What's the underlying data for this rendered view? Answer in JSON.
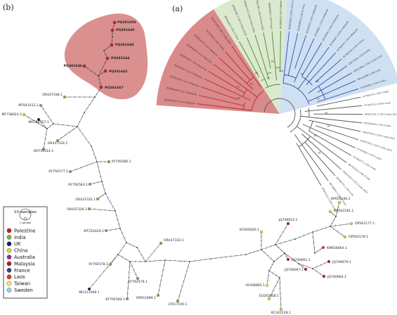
{
  "panels": {
    "b_label": "(b)",
    "a_label": "(a)"
  },
  "colors": {
    "red_cluster": "#d98a8a",
    "green_cluster": "#dbe9cf",
    "blue_cluster": "#cfe0f3",
    "red_branch": "#c0262b",
    "green_branch": "#4b8a2e",
    "blue_branch": "#2f4fa6",
    "grey_branch": "#555555"
  },
  "network_nodes": [
    {
      "label": "PQ381650",
      "country": "Palestine",
      "group": "red"
    },
    {
      "label": "PQ381649",
      "country": "Palestine",
      "group": "red"
    },
    {
      "label": "PQ381648",
      "country": "Palestine",
      "group": "red"
    },
    {
      "label": "PQ381644",
      "country": "Palestine",
      "group": "red"
    },
    {
      "label": "PQ381646",
      "country": "Palestine",
      "group": "red"
    },
    {
      "label": "PQ381645",
      "country": "Palestine",
      "group": "red"
    },
    {
      "label": "PQ381647",
      "country": "Palestine",
      "group": "red"
    },
    {
      "label": "OR437338.1",
      "country": "India"
    },
    {
      "label": "MT641412.1",
      "country": "India"
    },
    {
      "label": "MF738624.1",
      "country": "China"
    },
    {
      "label": "MH780757.1",
      "country": "UK"
    },
    {
      "label": "OR437334.1",
      "country": "India"
    },
    {
      "label": "OR759314.1",
      "country": "India"
    },
    {
      "label": "KY792580.1",
      "country": "India"
    },
    {
      "label": "KY792577.1",
      "country": "India"
    },
    {
      "label": "KY792583.1",
      "country": "India"
    },
    {
      "label": "OR437335.1",
      "country": "India"
    },
    {
      "label": "OR437326.1",
      "country": "India"
    },
    {
      "label": "MT252629.1",
      "country": "India"
    },
    {
      "label": "OR437333.1",
      "country": "India"
    },
    {
      "label": "KY792578.1",
      "country": "India"
    },
    {
      "label": "KY792579.1",
      "country": "India"
    },
    {
      "label": "MH111068.1",
      "country": "UK"
    },
    {
      "label": "KY792584.1",
      "country": "India"
    },
    {
      "label": "OP651899.1",
      "country": "India"
    },
    {
      "label": "LT617100.1",
      "country": "India"
    },
    {
      "label": "KC605830.1",
      "country": "China"
    },
    {
      "label": "JQ746653.1",
      "country": "Malaysia"
    },
    {
      "label": "KP055240.1",
      "country": "China"
    },
    {
      "label": "OP562181.1",
      "country": "China"
    },
    {
      "label": "OP562177.1",
      "country": "China"
    },
    {
      "label": "OP562178.1",
      "country": "China"
    },
    {
      "label": "KM658064.1",
      "country": "Laos"
    },
    {
      "label": "JQ746661.1",
      "country": "Malaysia"
    },
    {
      "label": "AY208865.1",
      "country": "Taiwan"
    },
    {
      "label": "JQ746679.1",
      "country": "Malaysia"
    },
    {
      "label": "JQ746667.1",
      "country": "Malaysia"
    },
    {
      "label": "JQ746664.1",
      "country": "Malaysia"
    },
    {
      "label": "EU262658.1",
      "country": "China"
    },
    {
      "label": "KC342228.1",
      "country": "China"
    }
  ],
  "legend": {
    "size_label": "10 samples",
    "small_label": "1 sample",
    "entries": [
      {
        "name": "Palestine",
        "color": "#c81e28"
      },
      {
        "name": "India",
        "color": "#7ab648"
      },
      {
        "name": "UK",
        "color": "#1a1a6e"
      },
      {
        "name": "China",
        "color": "#e9d32d"
      },
      {
        "name": "Australia",
        "color": "#9b2a8a"
      },
      {
        "name": "Malaysia",
        "color": "#b3181f"
      },
      {
        "name": "France",
        "color": "#2d3f9c"
      },
      {
        "name": "Laos",
        "color": "#e0331e"
      },
      {
        "name": "Taiwan",
        "color": "#f0e76a"
      },
      {
        "name": "Sweden",
        "color": "#8cd3f0"
      }
    ]
  },
  "tree": {
    "bootstrap_values": [
      "60",
      "75",
      "51",
      "85",
      "98",
      "95",
      "100",
      "55",
      "99",
      "73",
      "58",
      "94",
      "69",
      "95"
    ],
    "leaves": [
      {
        "text": "OQ381650 P. Cox II Palestine",
        "group": "red"
      },
      {
        "text": "OQ381649 P. Cox II Palestine",
        "group": "red"
      },
      {
        "text": "OQ381648 P. Cox II Palestine",
        "group": "red"
      },
      {
        "text": "OQ381647 P. Cox II Palestine",
        "group": "red"
      },
      {
        "text": "OQ381646 P. Cox II Palestine",
        "group": "red"
      },
      {
        "text": "OQ381645 P. Cox II Palestine",
        "group": "red"
      },
      {
        "text": "OQ381644 P. Cox II Palestine",
        "group": "red"
      },
      {
        "text": "KY792580.1 COX II India",
        "group": "red"
      },
      {
        "text": "OR437338.1 COX II India 2023",
        "group": "red"
      },
      {
        "text": "KP055240.1 COX II China",
        "group": "green"
      },
      {
        "text": "OP562181.1 COX II China 2022",
        "group": "green"
      },
      {
        "text": "OP562177.1 COX II China 2022",
        "group": "green"
      },
      {
        "text": "OP562178.1 COX II China 2022",
        "group": "green"
      },
      {
        "text": "KM658064.1 COX II Laos",
        "group": "green"
      },
      {
        "text": "AY208865.1 COX II Taiwan",
        "group": "green"
      },
      {
        "text": "KC605830.1 COX II China 2013",
        "group": "blue"
      },
      {
        "text": "EU262658.1 COX II China",
        "group": "blue"
      },
      {
        "text": "JQ746653.1 COX II Malaysia",
        "group": "blue"
      },
      {
        "text": "JQ746661.1 COX II Malaysia",
        "group": "blue"
      },
      {
        "text": "JQ746664.1 COX II Malaysia",
        "group": "blue"
      },
      {
        "text": "JQ746667.1 COX II Malaysia",
        "group": "blue"
      },
      {
        "text": "JQ746679.1 COX II Malaysia",
        "group": "blue"
      },
      {
        "text": "KC342228.1 COX II China",
        "group": "blue"
      },
      {
        "text": "LT617100.1 COX II India",
        "group": "blue"
      },
      {
        "text": "OP651899.1 COX II India 2022",
        "group": "blue"
      },
      {
        "text": "MH111068.1 COX II UK",
        "group": "blue"
      },
      {
        "text": "KY792584.1 COX II India",
        "group": "blue"
      },
      {
        "text": "KY792579.1 COX II India",
        "group": "grey"
      },
      {
        "text": "KY792578.1 COX II India",
        "group": "grey"
      },
      {
        "text": "OR437333.1 COX II India 2023",
        "group": "grey"
      },
      {
        "text": "MT252629.1 COX II India",
        "group": "grey"
      },
      {
        "text": "OR437326.1 COX II India 2023",
        "group": "grey"
      },
      {
        "text": "OR437335.1 COX II India 2023",
        "group": "grey"
      },
      {
        "text": "KY792583.1 COX II India",
        "group": "grey"
      },
      {
        "text": "KY792577.1 COX II India",
        "group": "grey"
      },
      {
        "text": "OR759314.1 COX II India",
        "group": "grey"
      },
      {
        "text": "OR437334.1 COX II India 2023",
        "group": "grey"
      },
      {
        "text": "MH780757.1 COX II UK",
        "group": "grey"
      },
      {
        "text": "MF738624.1 COX II China",
        "group": "grey"
      },
      {
        "text": "MT641412.1 COX II India",
        "group": "grey"
      }
    ]
  }
}
